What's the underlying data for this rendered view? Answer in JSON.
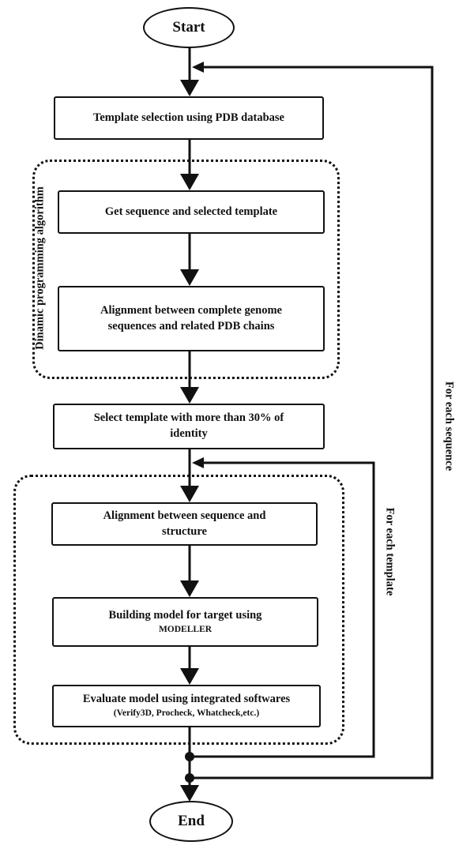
{
  "terminals": {
    "start": "Start",
    "end": "End"
  },
  "steps": {
    "template_selection": "Template selection using PDB database",
    "get_sequence": "Get sequence and selected template",
    "alignment_genome": "Alignment between complete genome sequences and related PDB chains",
    "select_template": "Select template with more than 30% of identity",
    "alignment_structure": "Alignment between sequence and structure",
    "building_model_line1": "Building model for target using",
    "building_model_line2": "MODELLER",
    "evaluate_line1": "Evaluate model using integrated softwares",
    "evaluate_line2": "(Verify3D, Procheck, Whatcheck,etc.)"
  },
  "groups": {
    "dynamic_programming": "Dinamic programming algorithm"
  },
  "loops": {
    "each_template": "For each template",
    "each_sequence": "For each sequence"
  }
}
